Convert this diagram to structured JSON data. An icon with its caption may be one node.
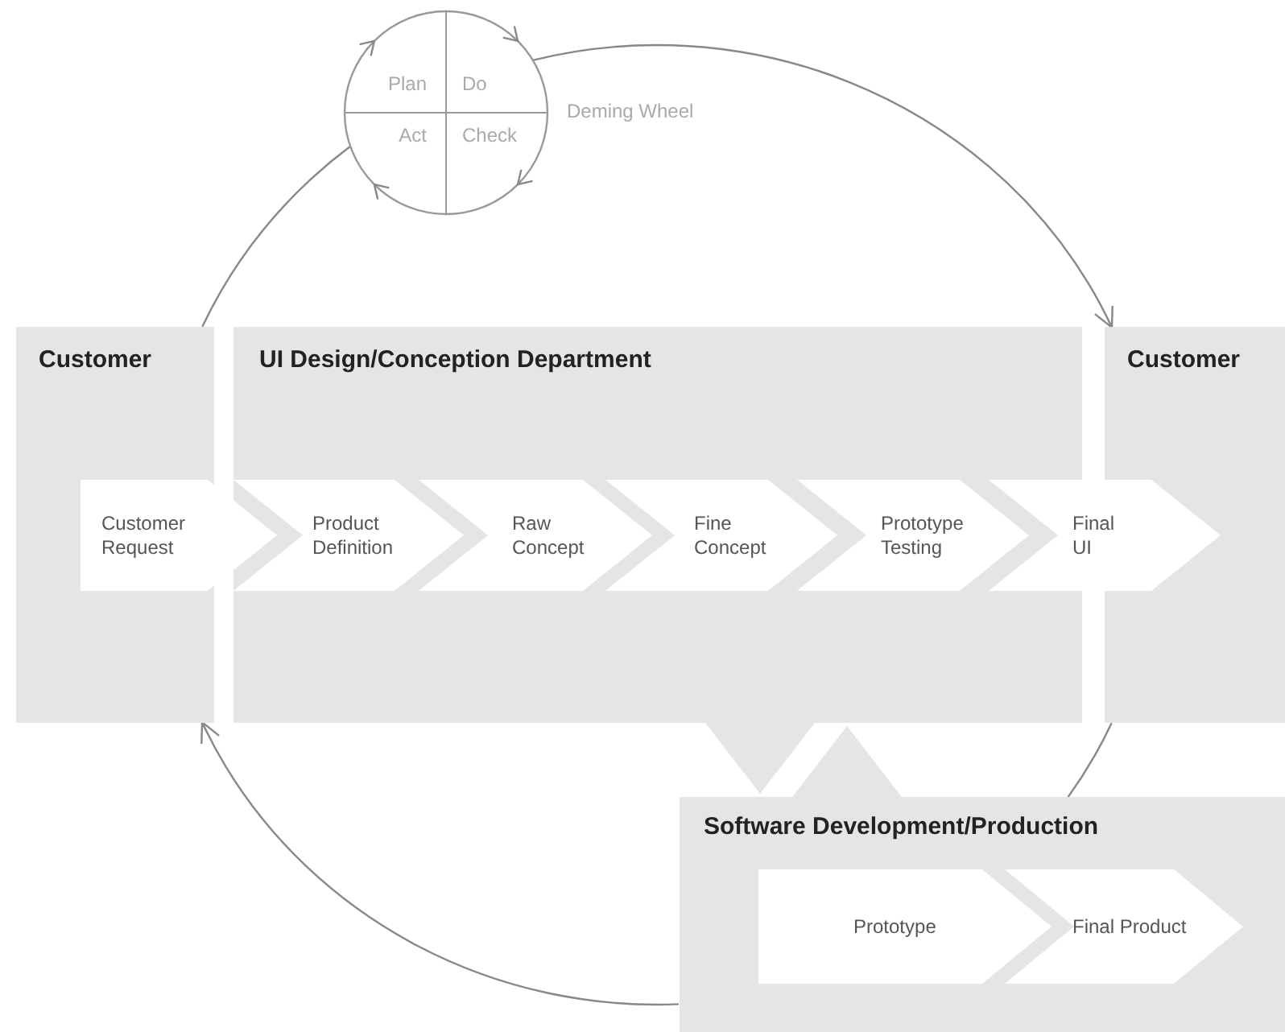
{
  "diagram": {
    "nodes": [
      {
        "text": [
          "Plan",
          "Do",
          "Act",
          "Check"
        ],
        "beside": [
          "Deming Wheel"
        ]
      },
      {
        "text": [
          "Customer"
        ]
      },
      {
        "text": [
          "UI Design/Conception Department"
        ]
      },
      {
        "text": [
          "Customer"
        ]
      },
      {
        "text": [
          "Customer Request"
        ]
      },
      {
        "text": [
          "Product Definition"
        ],
        "in": 2
      },
      {
        "text": [
          "Raw Concept"
        ],
        "in": 2
      },
      {
        "text": [
          "Fine Concept"
        ],
        "in": 2
      },
      {
        "text": [
          "Prototype Testing"
        ],
        "in": 2
      },
      {
        "text": [
          "Final UI"
        ]
      },
      {
        "text": [
          "Software Development/Production"
        ]
      },
      {
        "text": [
          "Prototype"
        ],
        "in": 10
      },
      {
        "text": [
          "Final Product"
        ],
        "in": 10
      }
    ],
    "edges": [
      {
        "from": 0,
        "to": 3,
        "arrow": "to"
      },
      {
        "from": 3,
        "to": 10,
        "arrow": "none"
      },
      {
        "from": 10,
        "to": 1,
        "arrow": "to"
      },
      {
        "from": 1,
        "to": 0,
        "arrow": "none"
      },
      {
        "from": 2,
        "to": 10,
        "arrow": "to",
        "color": "#e5e5e5"
      },
      {
        "from": 10,
        "to": 2,
        "arrow": "to",
        "color": "#e5e5e5"
      }
    ]
  }
}
